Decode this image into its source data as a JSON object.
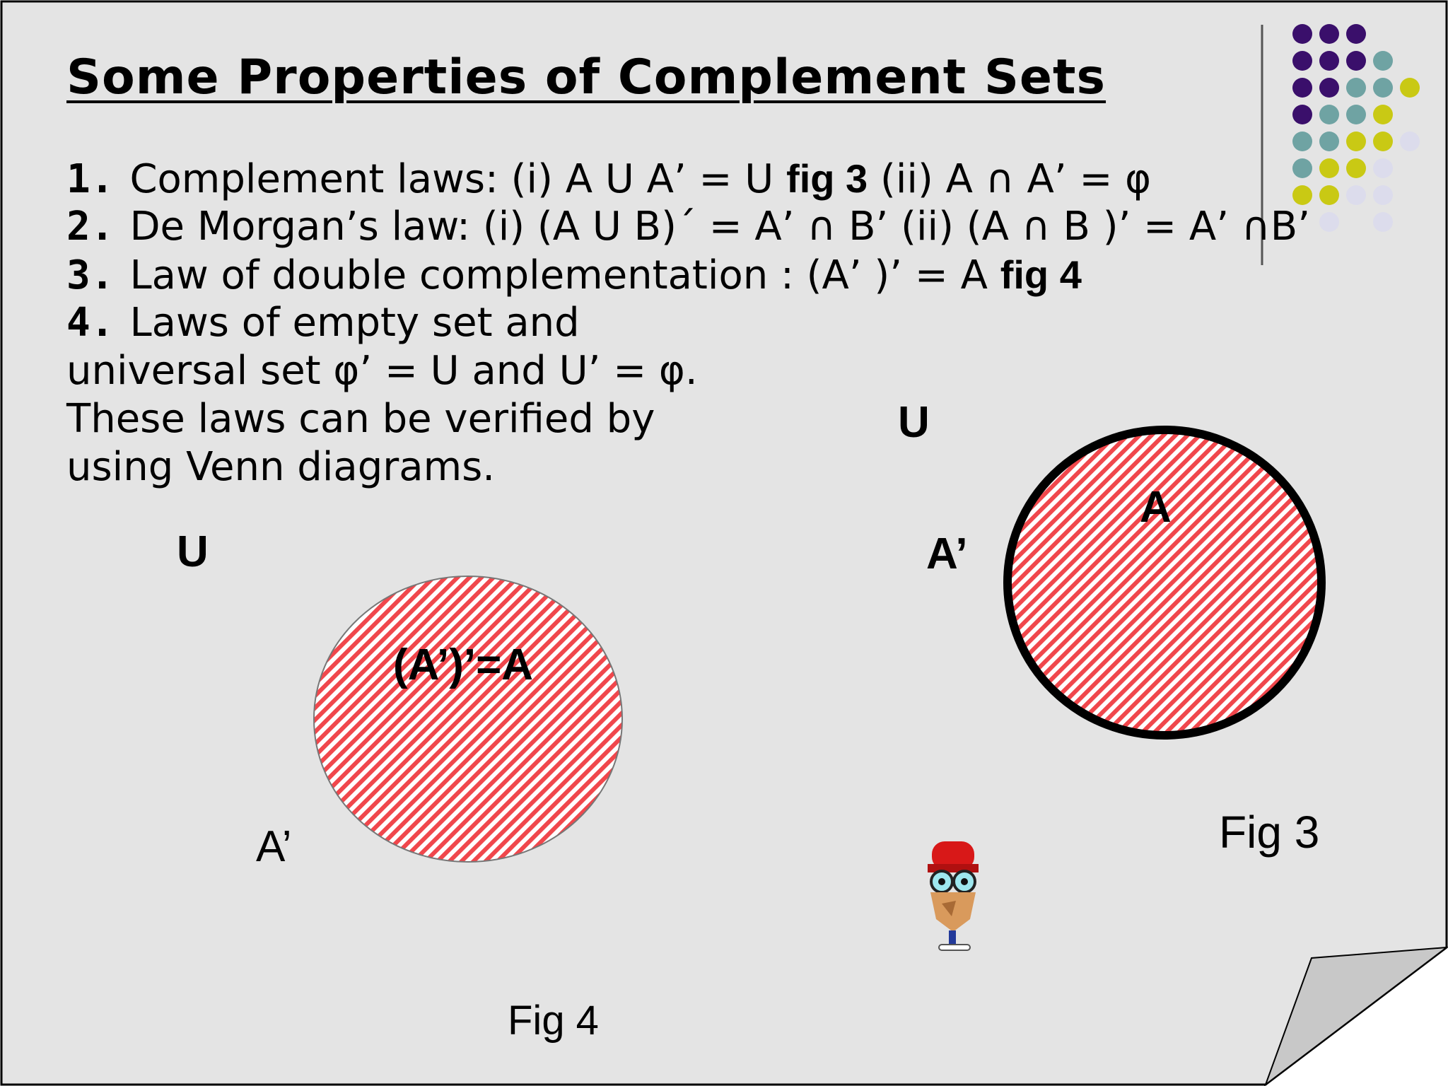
{
  "title": "Some Properties of Complement Sets",
  "items": [
    {
      "num": "1.",
      "pre": "Complement laws: (i) A U A’ = U",
      "fig": "fig 3",
      "post": "(ii) A ∩ A’ = φ"
    },
    {
      "num": "2.",
      "pre": "De Morgan’s law: (i) (A U B)´ = A’ ∩ B’ (ii) (A ∩ B )’ = A’ ∩B’",
      "fig": "",
      "post": ""
    },
    {
      "num": "3.",
      "pre": "Law of double complementation : (A’ )’ = A",
      "fig": "fig 4",
      "post": ""
    },
    {
      "num": "4.",
      "pre": "Laws of empty set and",
      "fig": "",
      "post": ""
    }
  ],
  "continuation": [
    "universal set φ’ = U and U’ = φ.",
    "These laws can be verified by",
    "using Venn diagrams."
  ],
  "fig4": {
    "universe_label": "U",
    "circle_label": "(A’)’=A",
    "outside_label": "A’",
    "caption": "Fig 4"
  },
  "fig3": {
    "universe_label": "U",
    "circle_label": "A",
    "outside_label": "A’",
    "caption": "Fig 3"
  },
  "colors": {
    "background": "#e4e4e4",
    "hatch": "#f0474c",
    "dot_purple": "#3a0f6b",
    "dot_teal": "#6fa3a3",
    "dot_yellow": "#c9c914",
    "dot_lavender": "#dcdcec"
  }
}
